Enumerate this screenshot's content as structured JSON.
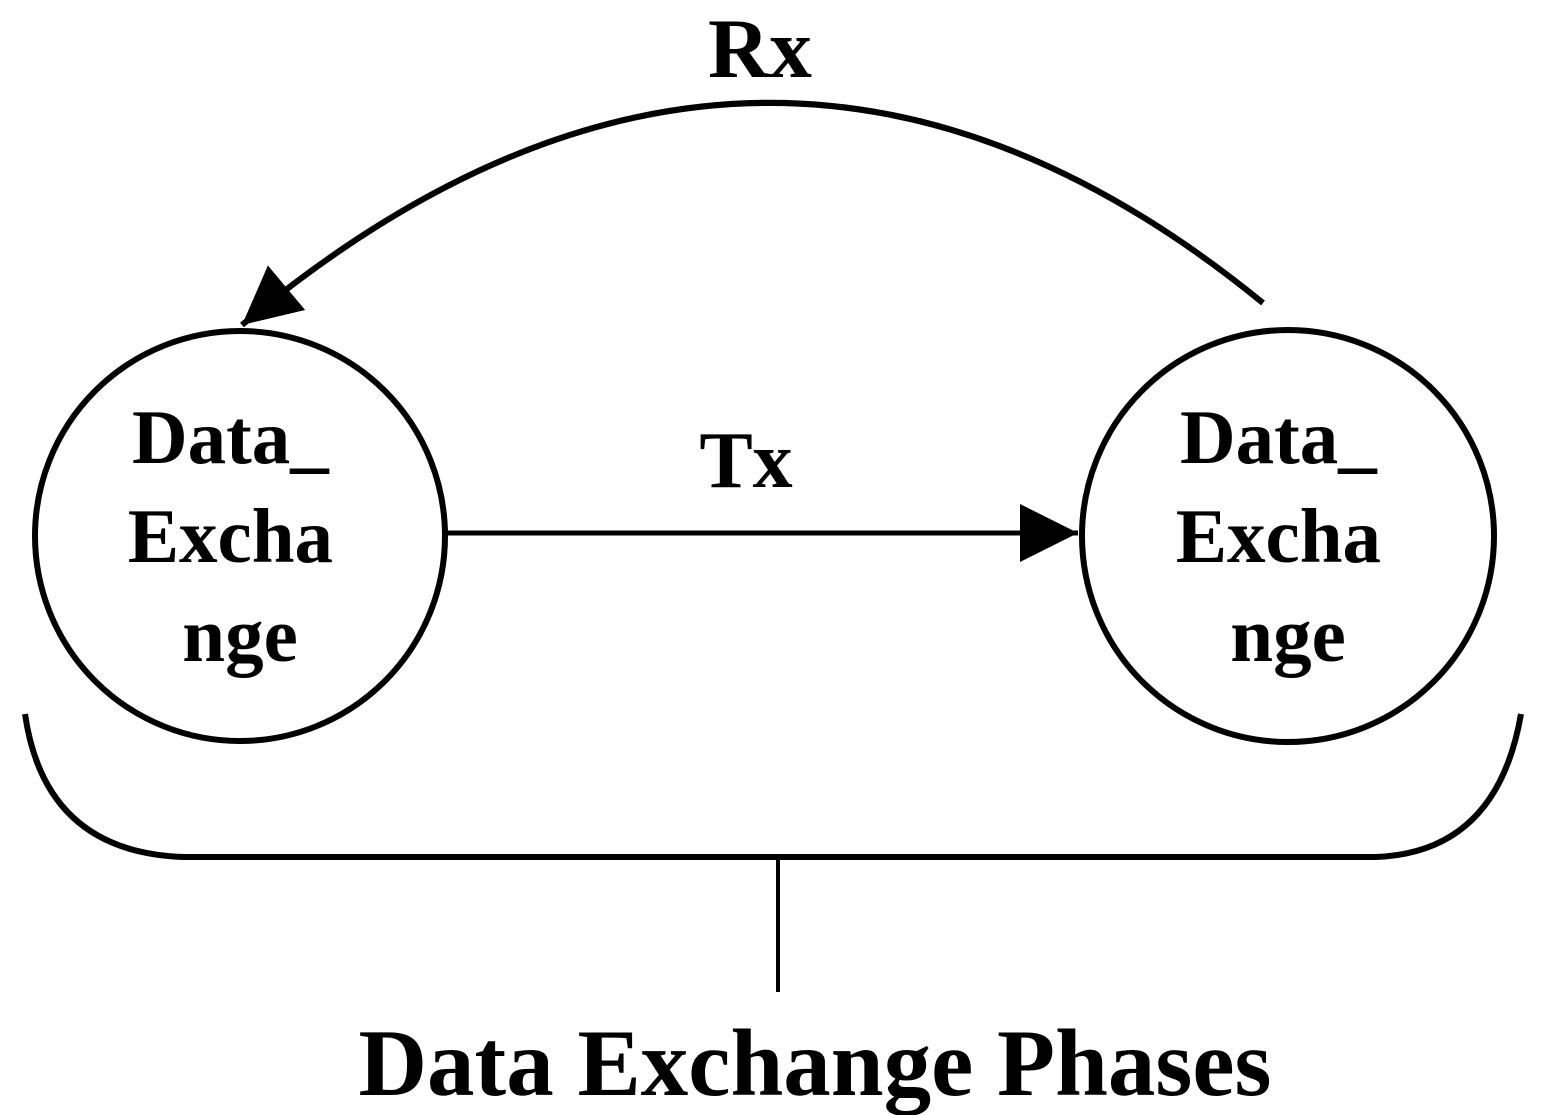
{
  "diagram": {
    "type": "state-transition-diagram",
    "background_color": "#ffffff",
    "stroke_color": "#000000",
    "nodes": [
      {
        "id": "left-state",
        "label_lines": [
          "Data_",
          "Excha",
          "nge"
        ]
      },
      {
        "id": "right-state",
        "label_lines": [
          "Data_",
          "Excha",
          "nge"
        ]
      }
    ],
    "edges": [
      {
        "id": "tx",
        "label": "Tx",
        "from": "left-state",
        "to": "right-state",
        "shape": "straight"
      },
      {
        "id": "rx",
        "label": "Rx",
        "from": "right-state",
        "to": "left-state",
        "shape": "arc-over-top"
      }
    ],
    "caption": "Data Exchange Phases"
  }
}
